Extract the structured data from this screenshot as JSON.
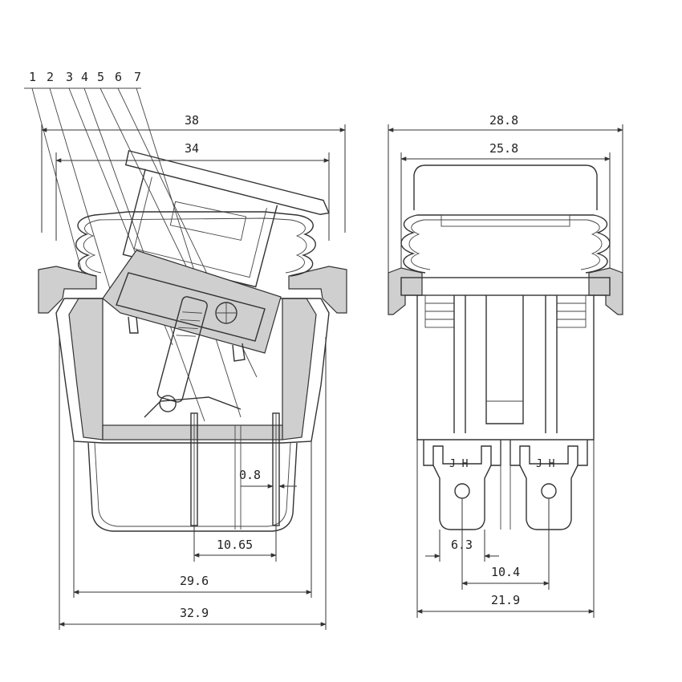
{
  "part_numbers": [
    "1",
    "2",
    "3",
    "4",
    "5",
    "6",
    "7"
  ],
  "left_view": {
    "dim_top_outer": "38",
    "dim_top_inner": "34",
    "dim_pin_gap": "0.8",
    "dim_pin_pitch": "10.65",
    "dim_bottom_inner": "29.6",
    "dim_bottom_outer": "32.9"
  },
  "right_view": {
    "dim_top_outer": "28.8",
    "dim_top_inner": "25.8",
    "terminal_mark_left": "J H",
    "terminal_mark_right": "J H",
    "dim_terminal_width": "6.3",
    "dim_terminal_pitch": "10.4",
    "dim_bottom": "21.9"
  }
}
